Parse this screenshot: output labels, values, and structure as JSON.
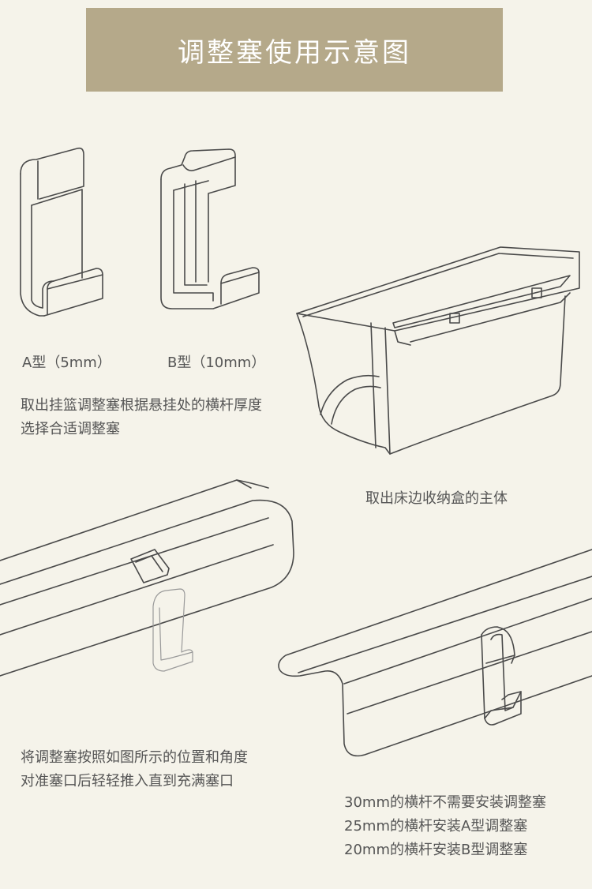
{
  "header": {
    "title": "调整塞使用示意图"
  },
  "step1": {
    "label_a": "A型（5mm）",
    "label_b": "B型（10mm）",
    "lines": [
      "取出挂篮调整塞根据悬挂处的横杆厚度",
      "选择合适调整塞"
    ]
  },
  "step2": {
    "caption": "取出床边收纳盒的主体"
  },
  "step3": {
    "lines": [
      "将调整塞按照如图所示的位置和角度",
      "对准塞口后轻轻推入直到充满塞口"
    ]
  },
  "step4": {
    "lines": [
      "30mm的横杆不需要安装调整塞",
      "25mm的横杆安装A型调整塞",
      "20mm的横杆安装B型调整塞"
    ]
  }
}
